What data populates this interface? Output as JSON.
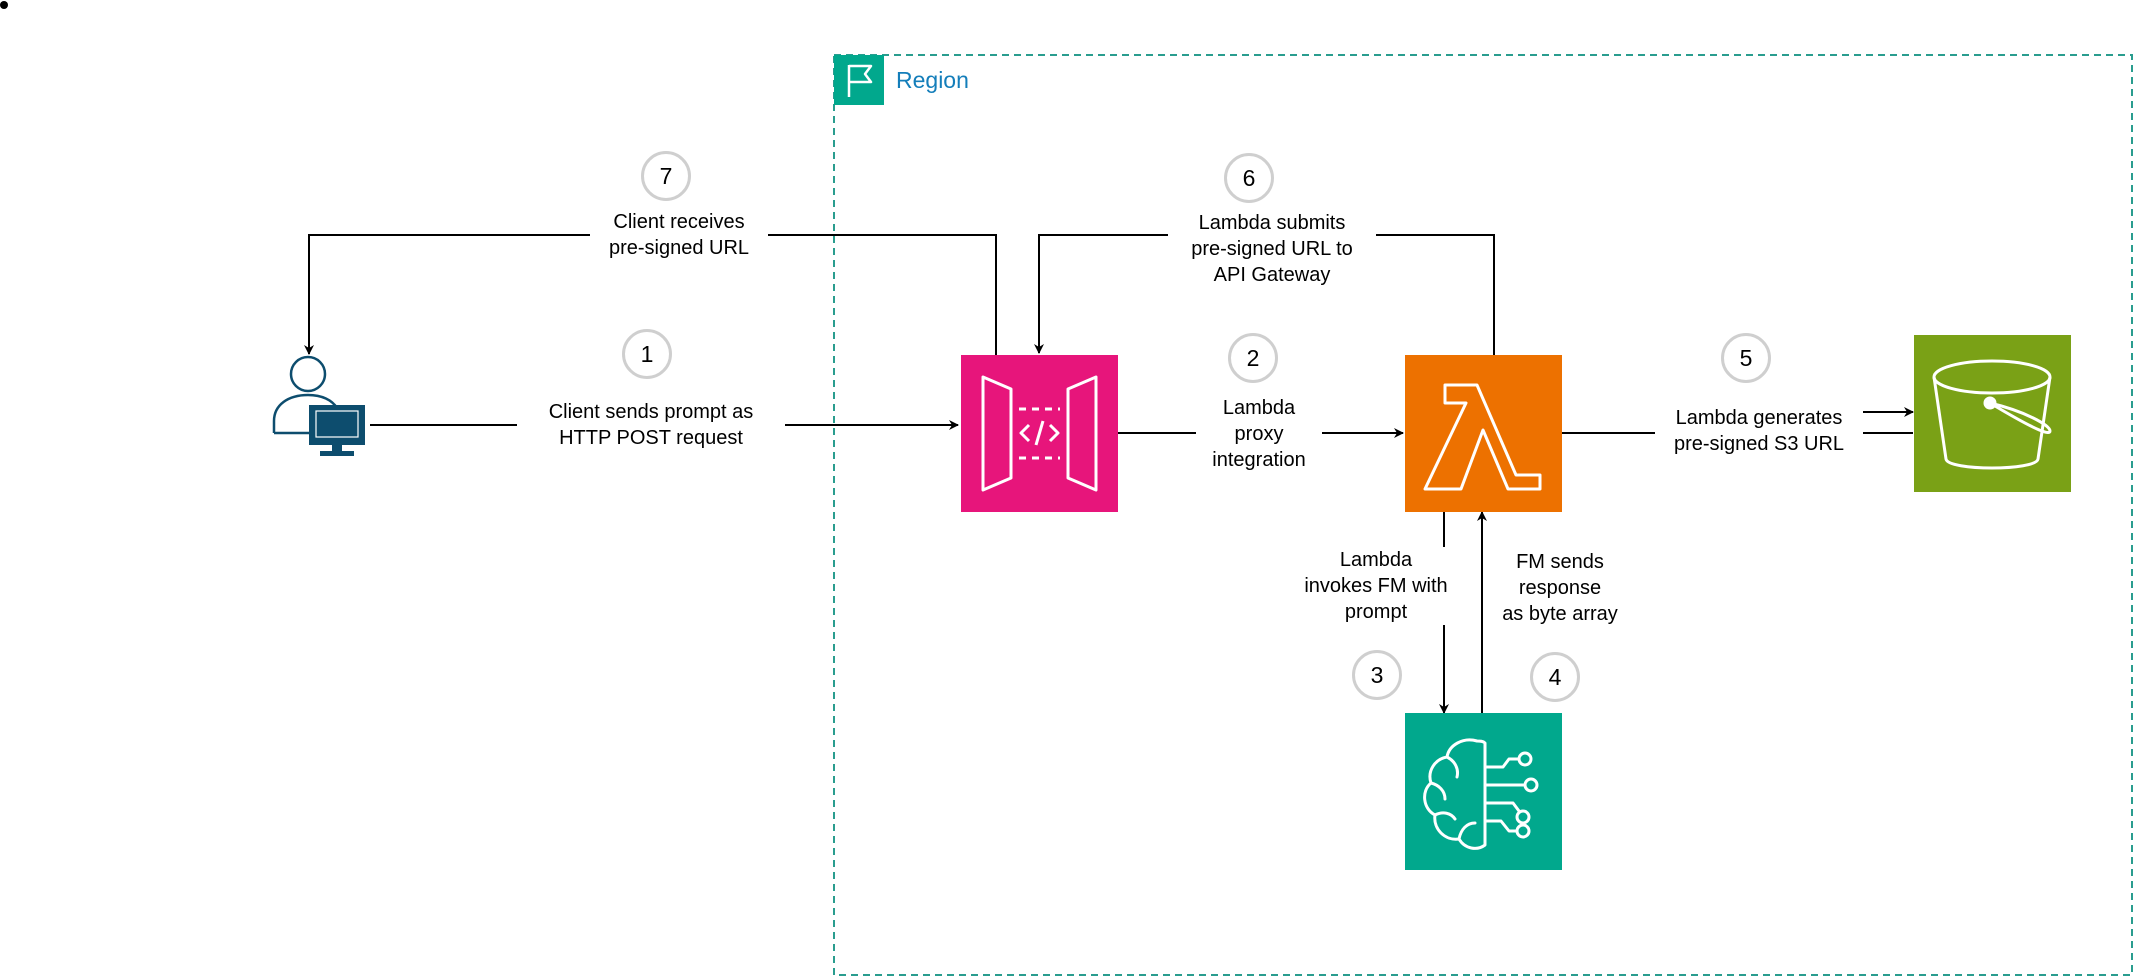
{
  "region": {
    "label": "Region",
    "icon": "flag-icon",
    "border_color": "#2a9d8f"
  },
  "nodes": {
    "client": {
      "icon": "user-computer-icon",
      "color": "#0d4d6e"
    },
    "api_gateway": {
      "icon": "api-gateway-icon",
      "color": "#e7157b"
    },
    "lambda": {
      "icon": "lambda-icon",
      "color": "#ed7100"
    },
    "s3": {
      "icon": "s3-bucket-icon",
      "color": "#7aa116"
    },
    "bedrock": {
      "icon": "bedrock-brain-icon",
      "color": "#01a88d"
    }
  },
  "steps": {
    "s1": {
      "number": "1",
      "label": "Client sends prompt as\nHTTP POST request"
    },
    "s2": {
      "number": "2",
      "label": "Lambda\nproxy\nintegration"
    },
    "s3": {
      "number": "3",
      "label": "Lambda\ninvokes FM with\nprompt"
    },
    "s4": {
      "number": "4",
      "label": "FM sends\nresponse\nas byte array"
    },
    "s5": {
      "number": "5",
      "label": "Lambda generates\npre-signed S3 URL"
    },
    "s6": {
      "number": "6",
      "label": "Lambda submits\npre-signed URL to\nAPI Gateway"
    },
    "s7": {
      "number": "7",
      "label": "Client receives\npre-signed URL"
    }
  }
}
